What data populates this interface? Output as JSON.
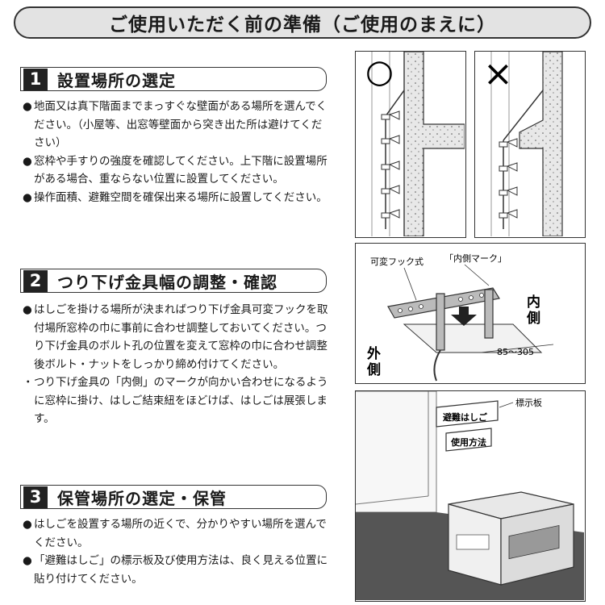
{
  "title": "ご使用いただく前の準備（ご使用のまえに）",
  "sections": [
    {
      "number": "1",
      "heading": "設置場所の選定",
      "bullets": [
        {
          "mark": "●",
          "text": "地面又は真下階面までまっすぐな壁面がある場所を選んでください。（小屋等、出窓等壁面から突き出た所は避けてください）"
        },
        {
          "mark": "●",
          "text": "窓枠や手すりの強度を確認してください。上下階に設置場所がある場合、重ならない位置に設置してください。"
        },
        {
          "mark": "●",
          "text": "操作面積、避難空間を確保出来る場所に設置してください。"
        }
      ]
    },
    {
      "number": "2",
      "heading": "つり下げ金具幅の調整・確認",
      "bullets": [
        {
          "mark": "●",
          "text": "はしごを掛ける場所が決まればつり下げ金具可変フックを取付場所窓枠の巾に事前に合わせ調整しておいてください。つり下げ金具のボルト孔の位置を変えて窓枠の巾に合わせ調整後ボルト・ナットをしっかり締め付けてください。"
        },
        {
          "mark": "・",
          "text": "つり下げ金具の「内側」のマークが向かい合わせになるように窓枠に掛け、はしご結束紐をほどけば、はしごは展張します。"
        }
      ]
    },
    {
      "number": "3",
      "heading": "保管場所の選定・保管",
      "bullets": [
        {
          "mark": "●",
          "text": "はしごを設置する場所の近くで、分かりやすい場所を選んでください。"
        },
        {
          "mark": "●",
          "text": "「避難はしご」の標示板及び使用方法は、良く見える位置に貼り付けてください。"
        }
      ]
    }
  ],
  "figures": {
    "ok_symbol": "○",
    "ng_symbol": "×",
    "hook_label_variable": "可変フック式",
    "hook_label_inner_mark": "「内側マーク」",
    "inner_side": [
      "内",
      "側"
    ],
    "outer_side": [
      "外",
      "側"
    ],
    "width_range": "85～305",
    "sign_label": "標示板",
    "sign_escape": "避難はしご",
    "sign_usage": "使用方法"
  }
}
